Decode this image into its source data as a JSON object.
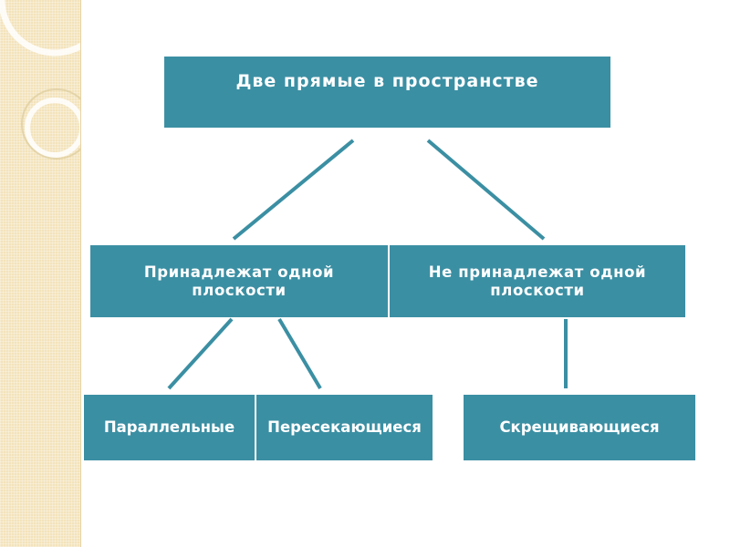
{
  "diagram": {
    "root": {
      "label": "Две прямые в пространстве"
    },
    "groups": [
      {
        "label": "Принадлежат одной плоскости"
      },
      {
        "label": "Не принадлежат одной плоскости"
      }
    ],
    "leaves": [
      {
        "label": "Параллельные"
      },
      {
        "label": "Пересекающиеся"
      },
      {
        "label": "Скрещивающиеся"
      }
    ],
    "colors": {
      "node_fill": "#3b8fa3",
      "node_text": "#ffffff",
      "connector": "#3b8fa3",
      "side_strip": "#f3e3bb"
    }
  }
}
